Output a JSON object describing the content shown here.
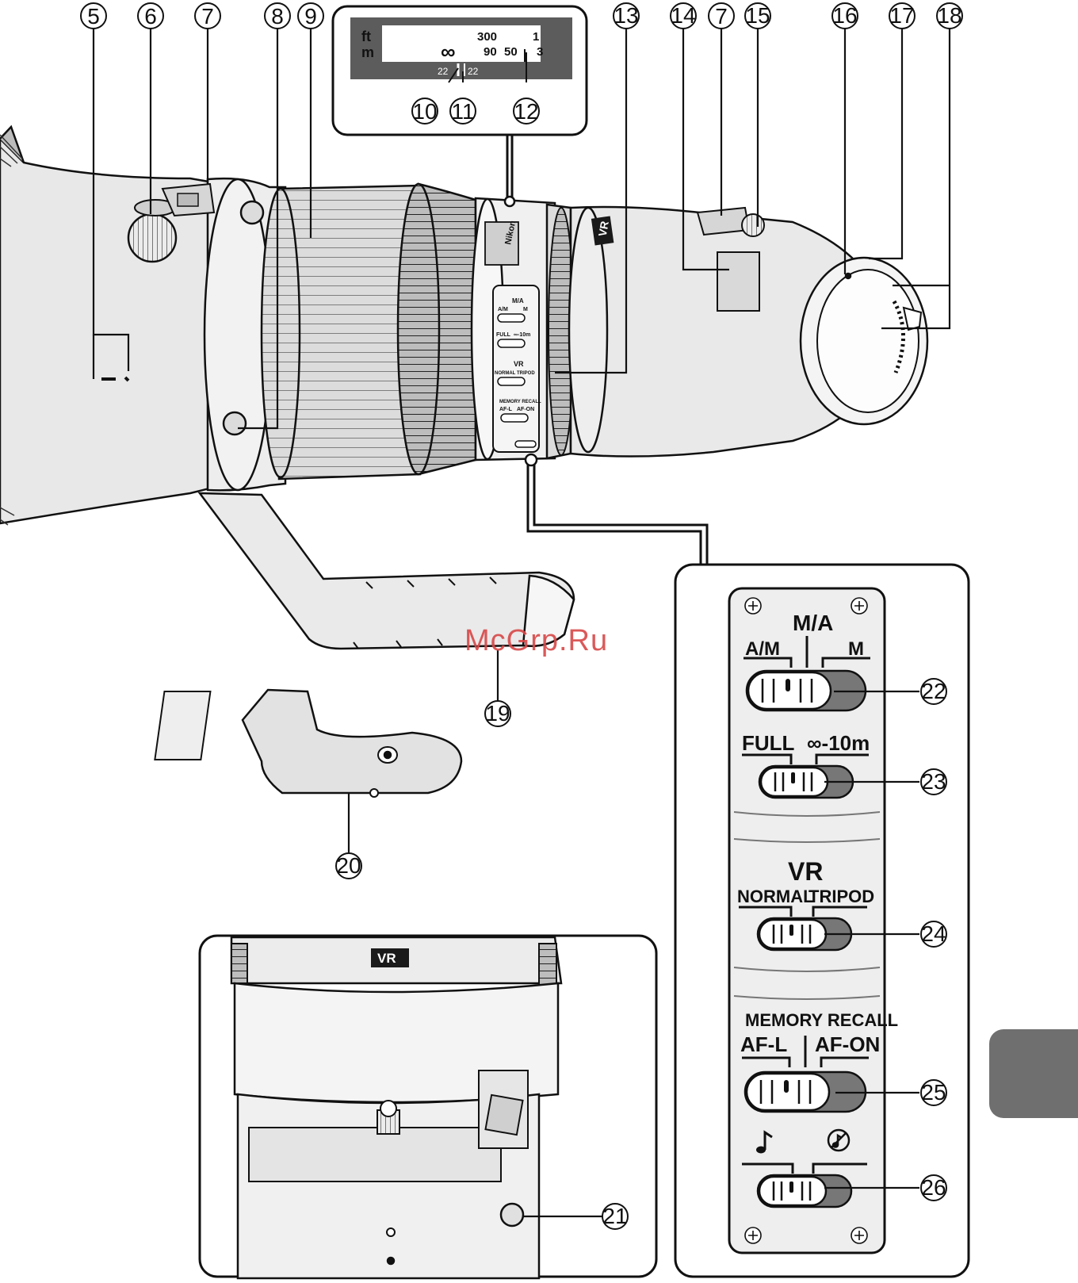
{
  "distance_scale": {
    "ft_label": "ft",
    "m_label": "m",
    "ft_value": "300",
    "ft_value_edge": "1",
    "infinity": "∞",
    "m_value_a": "90",
    "m_value_b": "50",
    "m_value_edge": "3",
    "dof_left": "22",
    "dof_right": "22"
  },
  "callouts": {
    "c5": "5",
    "c6": "6",
    "c7a": "7",
    "c8": "8",
    "c9": "9",
    "c10": "10",
    "c11": "11",
    "c12": "12",
    "c13": "13",
    "c14": "14",
    "c7b": "7",
    "c15": "15",
    "c16": "16",
    "c17": "17",
    "c18": "18",
    "c19": "19",
    "c20": "20",
    "c21": "21",
    "c22": "22",
    "c23": "23",
    "c24": "24",
    "c25": "25",
    "c26": "26"
  },
  "lens_markings": {
    "brand": "Nikon",
    "vr_badge": "VR",
    "vr_badge_bottom": "VR"
  },
  "switch_panel": {
    "focus_mode": {
      "top": "M/A",
      "left": "A/M",
      "right": "M"
    },
    "focus_limit": {
      "left": "FULL",
      "right": "∞-10m"
    },
    "vr": {
      "title": "VR",
      "left": "NORMAL",
      "right": "TRIPOD"
    },
    "memory": {
      "title": "MEMORY RECALL",
      "left": "AF-L",
      "right": "AF-ON"
    },
    "sound": {
      "left_icon": "note-icon",
      "right_icon": "note-muted-icon"
    }
  },
  "mini_panel": {
    "focus_mode": {
      "top": "M/A",
      "left": "A/M",
      "right": "M"
    },
    "focus_limit": {
      "left": "FULL",
      "right": "∞-10m"
    },
    "vr": {
      "title": "VR",
      "left": "NORMAL",
      "right": "TRIPOD"
    },
    "memory": {
      "title": "MEMORY RECALL",
      "left": "AF-L",
      "right": "AF-ON"
    }
  },
  "watermark": "McGrp.Ru",
  "colors": {
    "body_gray": "#e6e6e6",
    "dark_gray": "#555555",
    "tab_gray": "#6f6f6f",
    "watermark": "#d84848"
  }
}
